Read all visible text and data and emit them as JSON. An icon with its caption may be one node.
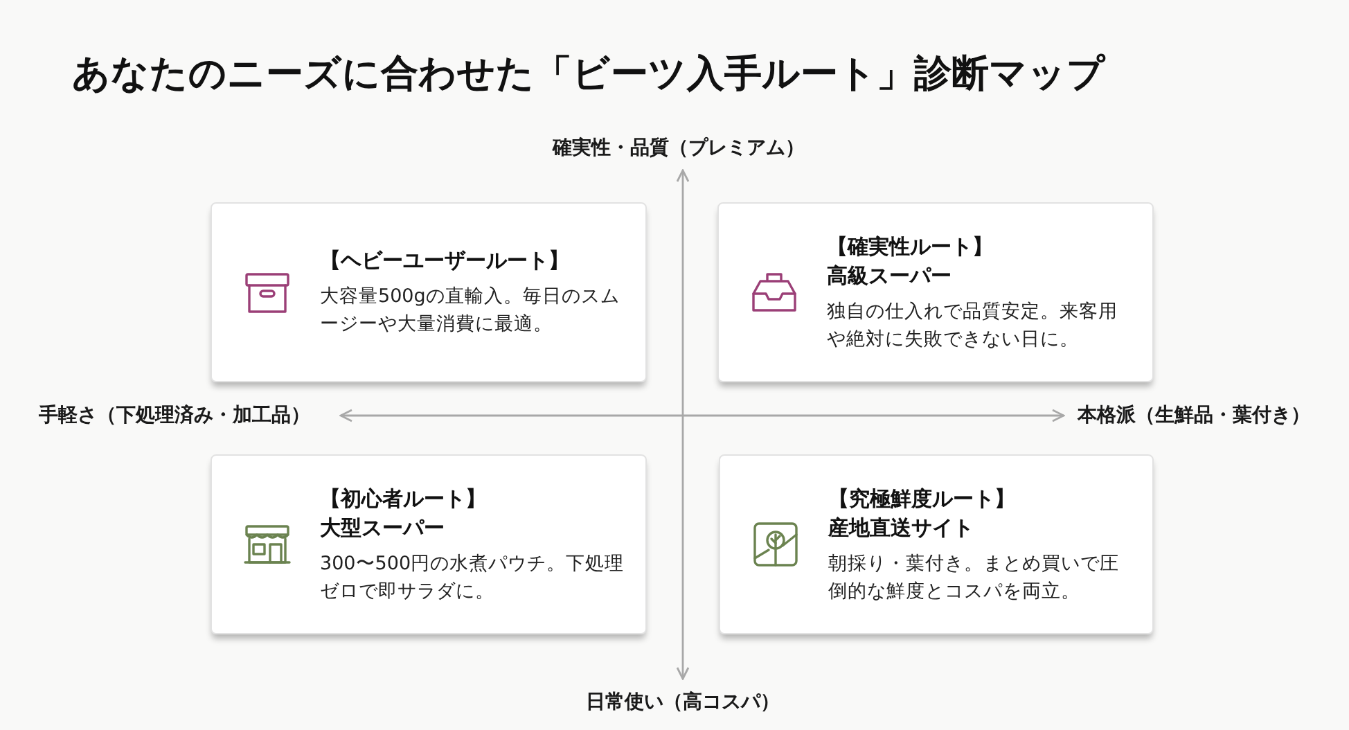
{
  "diagram": {
    "title": "あなたのニーズに合わせた「ビーツ入手ルート」診断マップ",
    "nodes": [
      {
        "text": [
          "【ヘビーユーザールート】",
          "大容量500gの直輸入。毎日のスムージーや大量消費に最適。"
        ]
      },
      {
        "text": [
          "【確実性ルート】",
          "高級スーパー",
          "独自の仕入れで品質安定。来客用や絶対に失敗できない日に。"
        ]
      },
      {
        "text": [
          "【初心者ルート】",
          "大型スーパー",
          "300〜500円の水煮パウチ。下処理ゼロで即サラダに。"
        ]
      },
      {
        "text": [
          "【究極鮮度ルート】",
          "産地直送サイト",
          "朝採り・葉付き。まとめ買いで圧倒的な鮮度とコスパを両立。"
        ]
      }
    ],
    "labels": [
      "確実性・品質（プレミアム）",
      "手軽さ（下処理済み・加工品）",
      "本格派（生鮮品・葉付き）",
      "日常使い（高コスパ）"
    ]
  }
}
